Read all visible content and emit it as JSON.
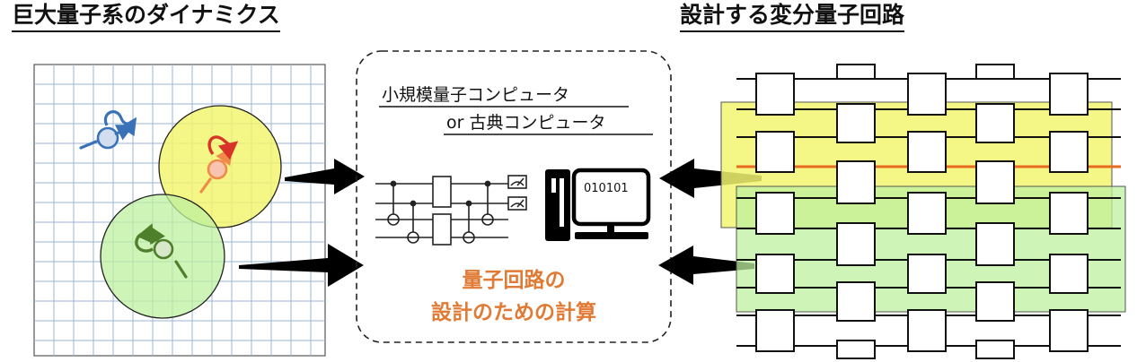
{
  "left_panel": {
    "title": "巨大量子系のダイナミクス"
  },
  "right_panel": {
    "title": "設計する変分量子回路"
  },
  "center_panel": {
    "device_line_1": "小規模量子コンピュータ",
    "device_line_2": "or 古典コンピュータ",
    "monitor_text": "010101",
    "caption_line_1": "量子回路の",
    "caption_line_2": "設計のための計算"
  },
  "colors": {
    "grid_line": "#9bb6d6",
    "spin_blue": "#3a72b8",
    "spin_red": "#d9342a",
    "spin_orange": "#ef8a4a",
    "spin_green": "#4e7f2b",
    "yellow_region": "#f2f470",
    "green_region": "#bdf0a0",
    "accent_wire": "#ea6a22",
    "caption_orange": "#e07a34"
  }
}
